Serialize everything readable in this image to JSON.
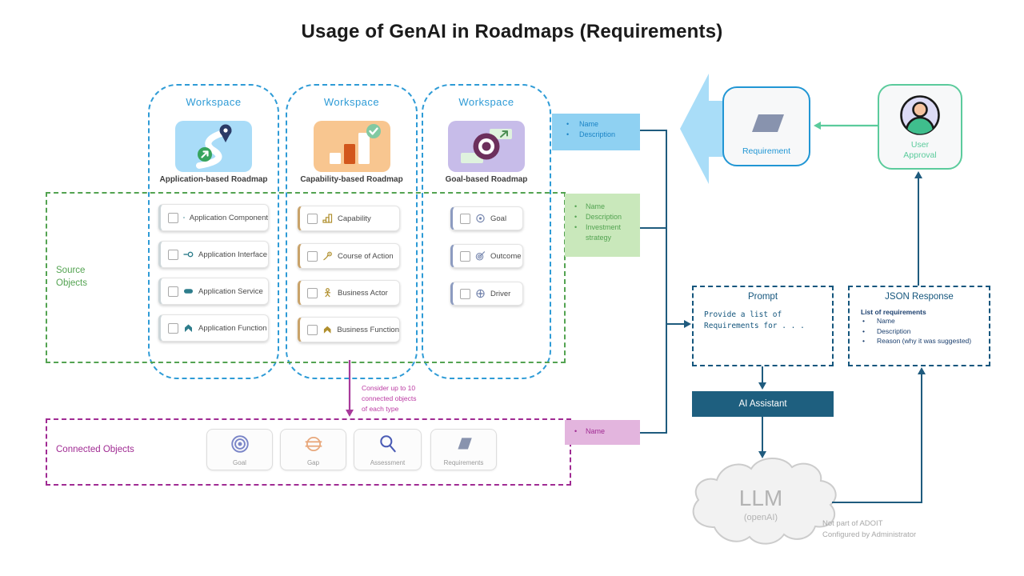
{
  "title": "Usage of GenAI in Roadmaps (Requirements)",
  "workspaces": [
    {
      "header": "Workspace",
      "roadmap": "Application-based Roadmap"
    },
    {
      "header": "Workspace",
      "roadmap": "Capability-based Roadmap"
    },
    {
      "header": "Workspace",
      "roadmap": "Goal-based Roadmap"
    }
  ],
  "source_objects": {
    "label": "Source\nObjects",
    "col1": [
      "Application Component",
      "Application Interface",
      "Application Service",
      "Application Function"
    ],
    "col2": [
      "Capability",
      "Course of Action",
      "Business Actor",
      "Business Function"
    ],
    "col3": [
      "Goal",
      "Outcome",
      "Driver"
    ]
  },
  "connected_objects": {
    "label": "Connected Objects",
    "items": [
      "Goal",
      "Gap",
      "Assessment",
      "Requirements"
    ],
    "note": "Consider up to 10\nconnected objects\nof each type"
  },
  "annotations": {
    "workspace_note": [
      "Name",
      "Description"
    ],
    "source_note": [
      "Name",
      "Description",
      "Investment strategy"
    ],
    "connected_note": [
      "Name"
    ]
  },
  "flow": {
    "requirement": "Requirement",
    "user_approval": "User\nApproval",
    "prompt_title": "Prompt",
    "prompt_body": "Provide a list of\nRequirements for . . .",
    "json_title": "JSON Response",
    "json_heading": "List of requirements",
    "json_items": [
      "Name",
      "Description",
      "Reason (why it was suggested)"
    ],
    "ai_assistant": "AI Assistant",
    "llm_title": "LLM",
    "llm_subtitle": "(openAI)",
    "footnote": "Not part of ADOIT\nConfigured by Administrator"
  },
  "colors": {
    "workspace_blue": "#2E9BD6",
    "source_green": "#53A351",
    "connected_magenta": "#A02B93",
    "note_blue_bg": "#8FD1F2",
    "note_green_bg": "#C9E8BB",
    "note_pink_bg": "#E3B5DE",
    "connector_dark": "#1F5B7E",
    "approval_green": "#5BCB9C",
    "ai_bar_bg": "#1E5F7F"
  }
}
